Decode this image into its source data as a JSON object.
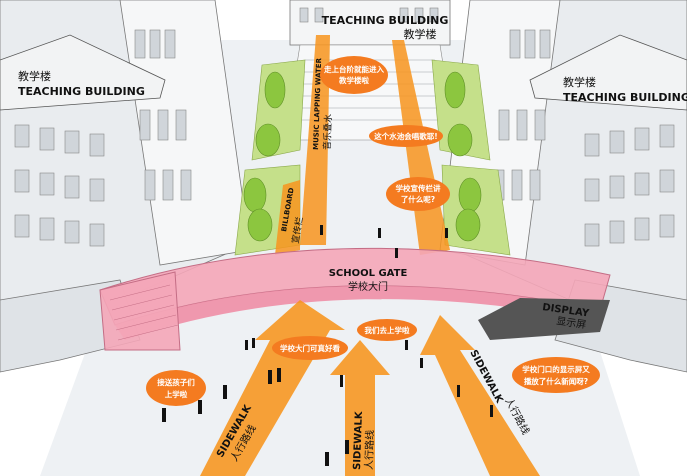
{
  "labels": {
    "teaching_top_en": "TEACHING BUILDING",
    "teaching_top_cn": "教学楼",
    "teaching_left_cn": "教学楼",
    "teaching_left_en": "TEACHING BUILDING",
    "teaching_right_cn": "教学楼",
    "teaching_right_en": "TEACHING BUILDING",
    "music_en": "MUSIC LAPPING WATER",
    "music_cn": "音乐叠水",
    "billboard_en": "BILLBOARD",
    "billboard_cn": "宣传栏",
    "gate_en": "SCHOOL GATE",
    "gate_cn": "学校大门",
    "display_en": "DISPLAY",
    "display_cn": "显示屏",
    "sidewalk_left_en": "SIDEWALK",
    "sidewalk_left_cn": "人行路线",
    "sidewalk_mid_en": "SIDEWALK",
    "sidewalk_mid_cn": "人行路线",
    "sidewalk_right_en": "SIDEWALK",
    "sidewalk_right_cn": "人行路线"
  },
  "bubbles": {
    "steps": [
      "走上台阶就能进入",
      "教学楼啦"
    ],
    "water": [
      "这个水池会唱歌耶!"
    ],
    "billboard": [
      "学校宣传栏讲",
      "了什么呢?"
    ],
    "gate_nice": [
      "学校大门可真好看"
    ],
    "going_school": [
      "我们去上学啦"
    ],
    "pickup": [
      "接送孩子们",
      "上学啦"
    ],
    "display": [
      "学校门口的显示屏又",
      "播放了什么新闻呀?"
    ]
  },
  "colors": {
    "path_orange": "#f7941d",
    "gate_pink": "#f4a6b8",
    "bubble_orange": "#f47b20",
    "tree_green": "#8cc63f",
    "lawn_green": "#c5e08a"
  }
}
